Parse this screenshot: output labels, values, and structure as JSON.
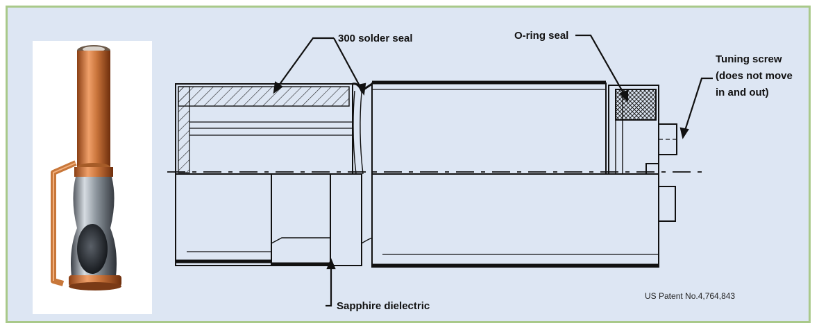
{
  "labels": {
    "solder_seal": "300 solder seal",
    "oring_seal": "O-ring seal",
    "tuning_screw_line1": "Tuning screw",
    "tuning_screw_line2": "(does not move",
    "tuning_screw_line3": "in and out)",
    "sapphire": "Sapphire dielectric",
    "patent": "US Patent  No.4,764,843"
  },
  "colors": {
    "frame_border": "#a9c98a",
    "panel_background": "#dde6f3",
    "copper": "#c8773a",
    "line": "#111111"
  },
  "icons": {
    "photo": "copper-resonator-photo"
  }
}
